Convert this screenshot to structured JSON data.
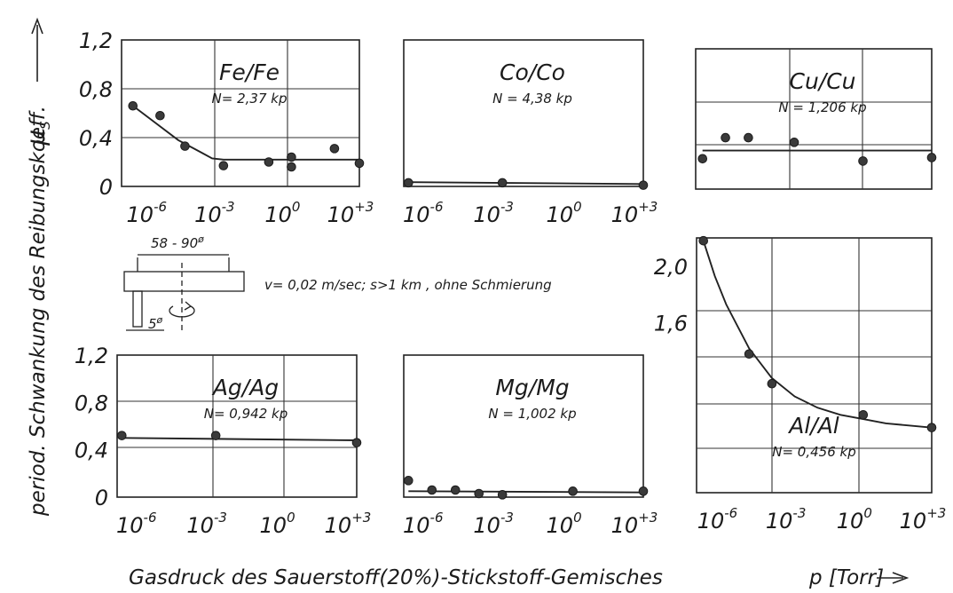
{
  "figure": {
    "y_axis_label": "period. Schwankung des Reibungskoeff.",
    "y_symbol": "μ",
    "y_symbol_sub": "S",
    "x_axis_label": "Gasdruck des Sauerstoff(20%)-Stickstoff-Gemisches",
    "x_symbol": "p [Torr]",
    "conditions": "v= 0,02 m/sec; s>1 km , ohne Schmierung",
    "sketch": {
      "diameter_large": "58 - 90",
      "diameter_small": "5",
      "phi": "ø"
    }
  },
  "chart_data": [
    {
      "type": "scatter",
      "id": "fe",
      "title": "Fe/Fe",
      "load": "N= 2,37 kp",
      "ylim": [
        0,
        1.2
      ],
      "yticks": [
        {
          "v": 0,
          "label": "0"
        },
        {
          "v": 0.4,
          "label": "0,4"
        },
        {
          "v": 0.8,
          "label": "0,8"
        },
        {
          "v": 1.2,
          "label": "1,2"
        }
      ],
      "xlim": [
        -7.5,
        3
      ],
      "xticks": [
        {
          "v": -6,
          "base": "10",
          "exp": "-6"
        },
        {
          "v": -3,
          "base": "10",
          "exp": "-3"
        },
        {
          "v": 0,
          "base": "10",
          "exp": "0"
        },
        {
          "v": 3,
          "base": "10",
          "exp": "+3"
        }
      ],
      "grid": true,
      "points": [
        [
          -7,
          0.66
        ],
        [
          -5.8,
          0.58
        ],
        [
          -4.7,
          0.33
        ],
        [
          -3,
          0.17
        ],
        [
          -1,
          0.2
        ],
        [
          0,
          0.24
        ],
        [
          0,
          0.16
        ],
        [
          1.9,
          0.31
        ],
        [
          3,
          0.19
        ]
      ],
      "curve": [
        [
          -7,
          0.66
        ],
        [
          -6,
          0.52
        ],
        [
          -5,
          0.38
        ],
        [
          -4,
          0.28
        ],
        [
          -3.5,
          0.23
        ],
        [
          -3,
          0.22
        ],
        [
          0,
          0.22
        ],
        [
          3,
          0.22
        ]
      ]
    },
    {
      "type": "scatter",
      "id": "co",
      "title": "Co/Co",
      "load": "N = 4,38 kp",
      "ylim": [
        0,
        1.2
      ],
      "yticks": [],
      "xlim": [
        -7.2,
        3
      ],
      "xticks": [
        {
          "v": -6,
          "base": "10",
          "exp": "-6"
        },
        {
          "v": -3,
          "base": "10",
          "exp": "-3"
        },
        {
          "v": 0,
          "base": "10",
          "exp": "0"
        },
        {
          "v": 3,
          "base": "10",
          "exp": "+3"
        }
      ],
      "grid": false,
      "points": [
        [
          -7,
          0.03
        ],
        [
          -3,
          0.03
        ],
        [
          3,
          0.01
        ]
      ],
      "curve": [
        [
          -7,
          0.035
        ],
        [
          3,
          0.02
        ]
      ]
    },
    {
      "type": "scatter",
      "id": "cu",
      "title": "Cu/Cu",
      "load": "N = 1,206 kp",
      "ylim": [
        0,
        1.2
      ],
      "yticks": [],
      "xlim": [
        -7.3,
        3
      ],
      "xticks": [],
      "grid": true,
      "points": [
        [
          -7,
          0.26
        ],
        [
          -6,
          0.44
        ],
        [
          -5,
          0.44
        ],
        [
          -3,
          0.4
        ],
        [
          0,
          0.24
        ],
        [
          3,
          0.27
        ]
      ],
      "curve": [
        [
          -7,
          0.33
        ],
        [
          3,
          0.33
        ]
      ]
    },
    {
      "type": "scatter",
      "id": "ag",
      "title": "Ag/Ag",
      "load": "N= 0,942 kp",
      "ylim": [
        0,
        1.2
      ],
      "yticks": [
        {
          "v": 0,
          "label": "0"
        },
        {
          "v": 0.4,
          "label": "0,4"
        },
        {
          "v": 0.8,
          "label": "0,8"
        },
        {
          "v": 1.2,
          "label": "1,2"
        }
      ],
      "xlim": [
        -7.2,
        3
      ],
      "xticks": [
        {
          "v": -6,
          "base": "10",
          "exp": "-6"
        },
        {
          "v": -3,
          "base": "10",
          "exp": "-3"
        },
        {
          "v": 0,
          "base": "10",
          "exp": "0"
        },
        {
          "v": 3,
          "base": "10",
          "exp": "+3"
        }
      ],
      "grid": true,
      "points": [
        [
          -7,
          0.52
        ],
        [
          -3,
          0.52
        ],
        [
          3,
          0.46
        ]
      ],
      "curve": [
        [
          -7,
          0.5
        ],
        [
          3,
          0.48
        ]
      ]
    },
    {
      "type": "scatter",
      "id": "mg",
      "title": "Mg/Mg",
      "load": "N = 1,002 kp",
      "ylim": [
        0,
        1.2
      ],
      "yticks": [],
      "xlim": [
        -7.2,
        3
      ],
      "xticks": [
        {
          "v": -6,
          "base": "10",
          "exp": "-6"
        },
        {
          "v": -3,
          "base": "10",
          "exp": "-3"
        },
        {
          "v": 0,
          "base": "10",
          "exp": "0"
        },
        {
          "v": 3,
          "base": "10",
          "exp": "+3"
        }
      ],
      "grid": false,
      "points": [
        [
          -7,
          0.14
        ],
        [
          -6,
          0.06
        ],
        [
          -5,
          0.06
        ],
        [
          -4,
          0.03
        ],
        [
          -3,
          0.02
        ],
        [
          0,
          0.05
        ],
        [
          3,
          0.05
        ]
      ],
      "curve": [
        [
          -7,
          0.05
        ],
        [
          3,
          0.04
        ]
      ]
    },
    {
      "type": "scatter",
      "id": "al",
      "title": "Al/Al",
      "load": "N= 0,456 kp",
      "ylim": [
        0.4,
        2.2
      ],
      "yticks": [
        {
          "v": 1.6,
          "label": "1,6"
        },
        {
          "v": 2.0,
          "label": "2,0"
        }
      ],
      "xlim": [
        -7.3,
        3
      ],
      "xticks": [
        {
          "v": -6,
          "base": "10",
          "exp": "-6"
        },
        {
          "v": -3,
          "base": "10",
          "exp": "-3"
        },
        {
          "v": 0,
          "base": "10",
          "exp": "0"
        },
        {
          "v": 3,
          "base": "10",
          "exp": "+3"
        }
      ],
      "grid": true,
      "points": [
        [
          -7,
          2.18
        ],
        [
          -5,
          1.38
        ],
        [
          -4,
          1.17
        ],
        [
          0,
          0.95
        ],
        [
          3,
          0.86
        ]
      ],
      "curve": [
        [
          -7,
          2.18
        ],
        [
          -6.5,
          1.93
        ],
        [
          -6,
          1.73
        ],
        [
          -5,
          1.42
        ],
        [
          -4,
          1.21
        ],
        [
          -3,
          1.08
        ],
        [
          -2,
          1.0
        ],
        [
          -1,
          0.95
        ],
        [
          0,
          0.92
        ],
        [
          1,
          0.89
        ],
        [
          2,
          0.875
        ],
        [
          3,
          0.86
        ]
      ]
    }
  ]
}
